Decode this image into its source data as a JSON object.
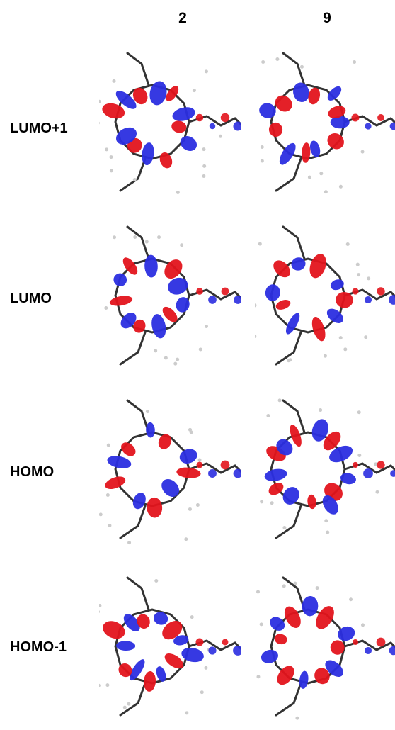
{
  "columns": [
    "2",
    "9"
  ],
  "rows": [
    {
      "label": "LUMO+1"
    },
    {
      "label": "LUMO"
    },
    {
      "label": "HOMO"
    },
    {
      "label": "HOMO-1"
    }
  ],
  "colors": {
    "positive_lobe": "#e3141c",
    "negative_lobe": "#2b2ee0",
    "bond": "#333333",
    "hydrogen": "#cccccc"
  }
}
